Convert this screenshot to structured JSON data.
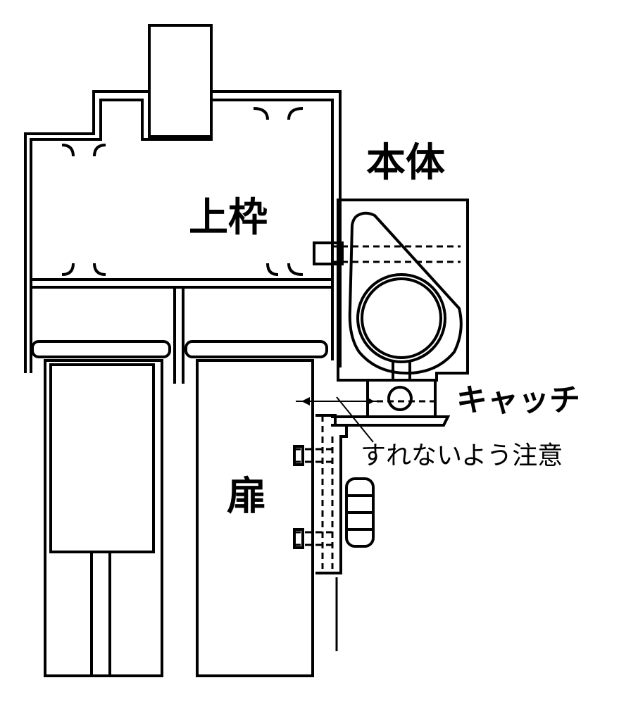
{
  "labels": {
    "upper_frame": "上枠",
    "main_body": "本体",
    "catch": "キャッチ",
    "caution": "すれないよう注意",
    "door": "扉"
  },
  "colors": {
    "line": "#000000",
    "background": "#ffffff"
  }
}
